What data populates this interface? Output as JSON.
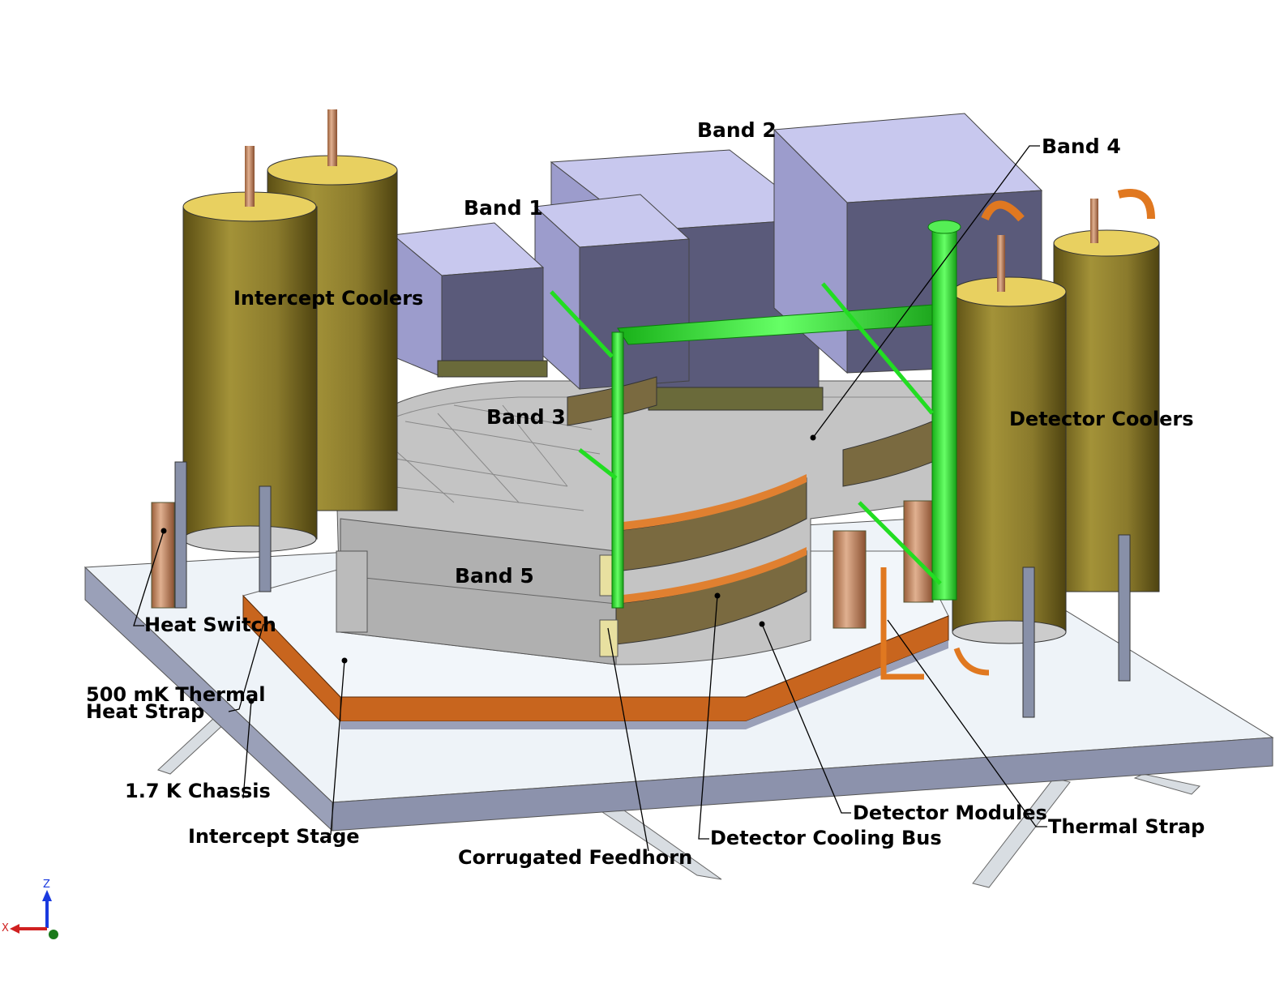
{
  "labels": {
    "band1": "Band 1",
    "band2": "Band 2",
    "band3": "Band 3",
    "band4": "Band 4",
    "band5": "Band 5",
    "intercept_coolers": "Intercept Coolers",
    "detector_coolers": "Detector Coolers",
    "heat_switch": "Heat Switch",
    "thermal_heat_strap_line1": "500 mK Thermal",
    "thermal_heat_strap_line2": "Heat Strap",
    "chassis": "1.7 K Chassis",
    "intercept_stage": "Intercept Stage",
    "corrugated_feedhorn": "Corrugated Feedhorn",
    "detector_modules": "Detector Modules",
    "detector_cooling_bus": "Detector Cooling Bus",
    "thermal_strap": "Thermal Strap"
  },
  "axis_triad": {
    "x": "X",
    "z": "Z"
  },
  "colors": {
    "cooler": "#8a7a2c",
    "band_box": "#9c9ccc",
    "cooling_bus": "#22dd22",
    "strap": "#c8651e",
    "plate": "#e8eef4",
    "chassis": "#b4b4b4"
  }
}
